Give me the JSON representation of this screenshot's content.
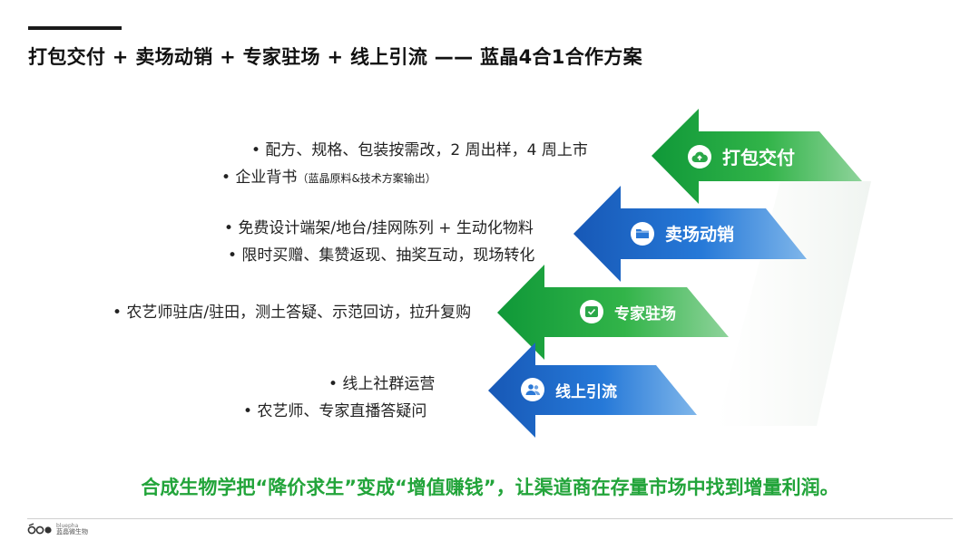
{
  "title": "打包交付 + 卖场动销 + 专家驻场 + 线上引流 —— 蓝晶4合1合作方案",
  "colors": {
    "green": "#22a43a",
    "blue": "#1f6fce",
    "text": "#222222"
  },
  "steps": [
    {
      "label": "打包交付",
      "icon": "cloud-upload-icon",
      "color": "green",
      "bullets": [
        {
          "text": "• 配方、规格、包装按需改，2 周出样，4 周上市"
        },
        {
          "text": "•    企业背书",
          "note": "（蓝晶原料&技术方案输出）"
        }
      ]
    },
    {
      "label": "卖场动销",
      "icon": "folder-icon",
      "color": "blue",
      "bullets": [
        {
          "text": "• 免费设计端架/地台/挂网陈列 + 生动化物料"
        },
        {
          "text": "• 限时买赠、集赞返现、抽奖互动，现场转化"
        }
      ]
    },
    {
      "label": "专家驻场",
      "icon": "checkmark-icon",
      "color": "green",
      "bullets": [
        {
          "text": "• 农艺师驻店/驻田，测土答疑、示范回访，拉升复购"
        }
      ]
    },
    {
      "label": "线上引流",
      "icon": "users-icon",
      "color": "blue",
      "bullets": [
        {
          "text": "•    线上社群运营"
        },
        {
          "text": "•    农艺师、专家直播答疑问"
        }
      ]
    }
  ],
  "slogan": "合成生物学把“降价求生”变成“增值赚钱”，让渠道商在存量市场中找到增量利润。",
  "footer": {
    "logo_en": "bluepha",
    "logo_cn": "蓝晶微生物"
  }
}
